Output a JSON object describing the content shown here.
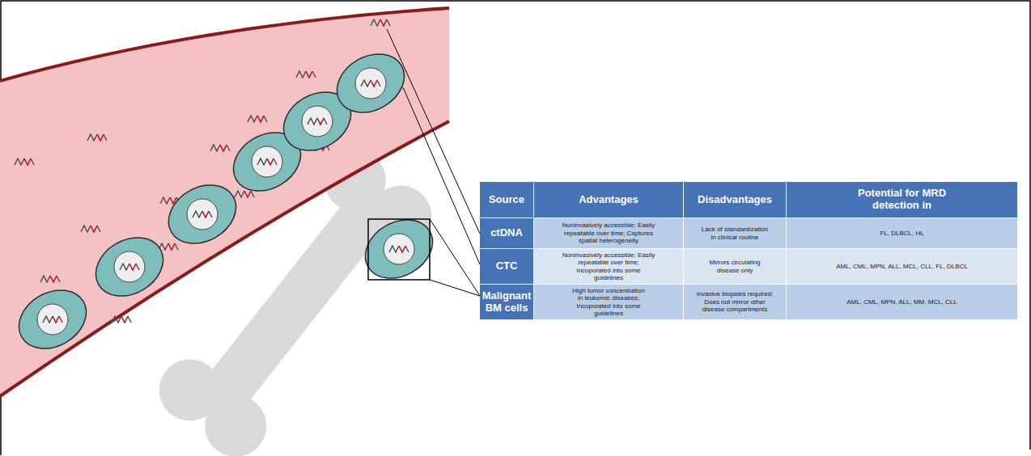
{
  "diagram": {
    "labels": [
      "Source",
      "Advantages",
      "Disadvantages",
      "Potential for MRD detection in",
      "ctDNA",
      "Noninvasively accessible; Easily repeatable over time; Captures spatial heterogeneity",
      "Lack of standardization in clinical routine",
      "FL, DLBCL, HL",
      "CTC",
      "Noninvasively accessible; Easily repeatable over time; Incoporated into some guidelines",
      "Mirrors circulating disease only",
      "AML, CML, MPN, ALL, MCL, CLL, FL, DLBCL",
      "Malignant BM cells",
      "High tumor concentration in leukemic diseases; Incoporated into some guidelines",
      "Invasive biopsies required; Does not mirror other disease compartments",
      "AML, CML, MPN, ALL, MM, MCL, CLL"
    ]
  }
}
